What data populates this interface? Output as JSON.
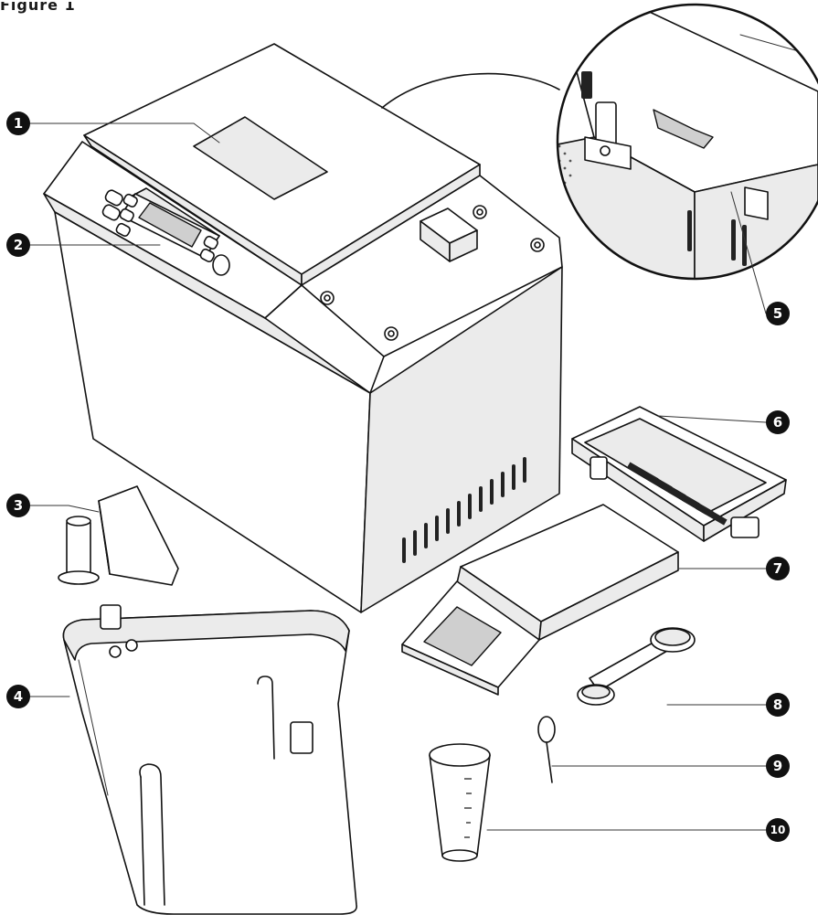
{
  "header_fragment": "Figure 1",
  "callouts": [
    {
      "id": "1",
      "label": "1"
    },
    {
      "id": "2",
      "label": "2"
    },
    {
      "id": "3",
      "label": "3"
    },
    {
      "id": "4",
      "label": "4"
    },
    {
      "id": "5",
      "label": "5"
    },
    {
      "id": "6",
      "label": "6"
    },
    {
      "id": "7",
      "label": "7"
    },
    {
      "id": "8",
      "label": "8"
    },
    {
      "id": "9",
      "label": "9"
    },
    {
      "id": "10",
      "label": "10"
    }
  ]
}
